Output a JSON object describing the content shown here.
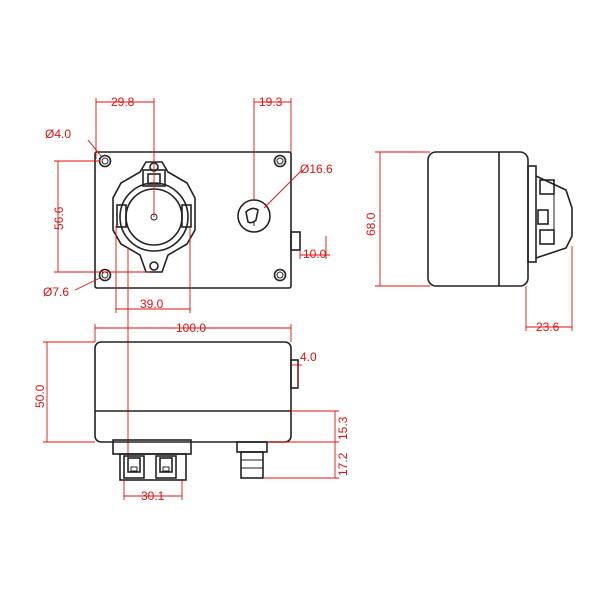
{
  "colors": {
    "outline": "#222222",
    "dimension": "#e01010",
    "background": "#ffffff"
  },
  "front_view": {
    "dim_hole_spacing_x": "29.8",
    "dim_knob_offset": "19.3",
    "dim_mount_hole": "Ø4.0",
    "dim_knob_diameter": "Ø16.6",
    "dim_height": "56.6",
    "dim_socket_diameter": "Ø7.6",
    "dim_socket_width": "39.0",
    "dim_nozzle_length": "10.0"
  },
  "side_view": {
    "dim_height": "68.0",
    "dim_connector_depth": "23.6"
  },
  "bottom_view": {
    "dim_width": "100.0",
    "dim_height": "50.0",
    "dim_nozzle_offset": "4.0",
    "dim_body_step": "15.3",
    "dim_nozzle_length": "17.2",
    "dim_connector_width": "30.1"
  }
}
